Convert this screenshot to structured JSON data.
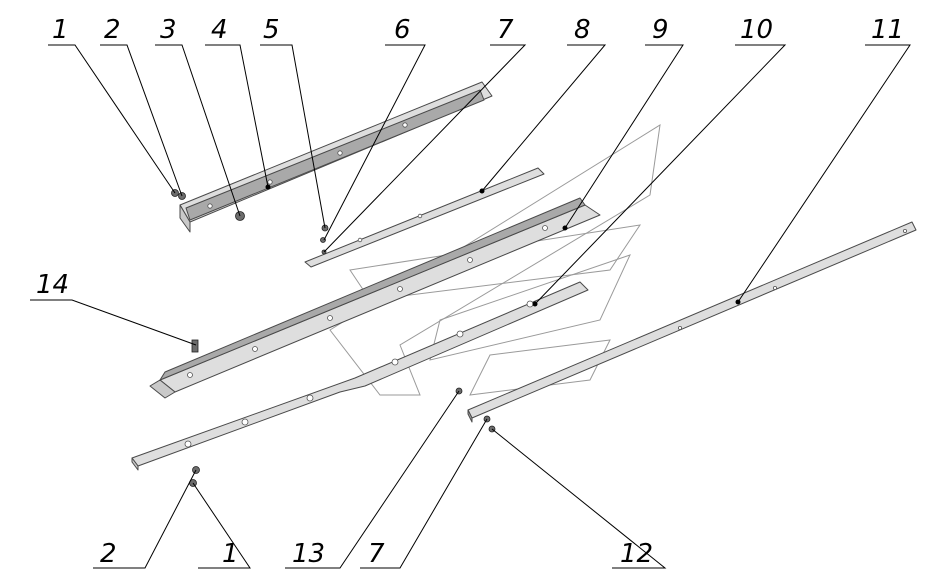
{
  "diagram": {
    "callouts_top": [
      "1",
      "2",
      "3",
      "4",
      "5",
      "6",
      "7",
      "8",
      "9",
      "10",
      "11"
    ],
    "callout_left": "14",
    "callouts_bottom": [
      "2",
      "1",
      "13",
      "7",
      "12"
    ]
  }
}
